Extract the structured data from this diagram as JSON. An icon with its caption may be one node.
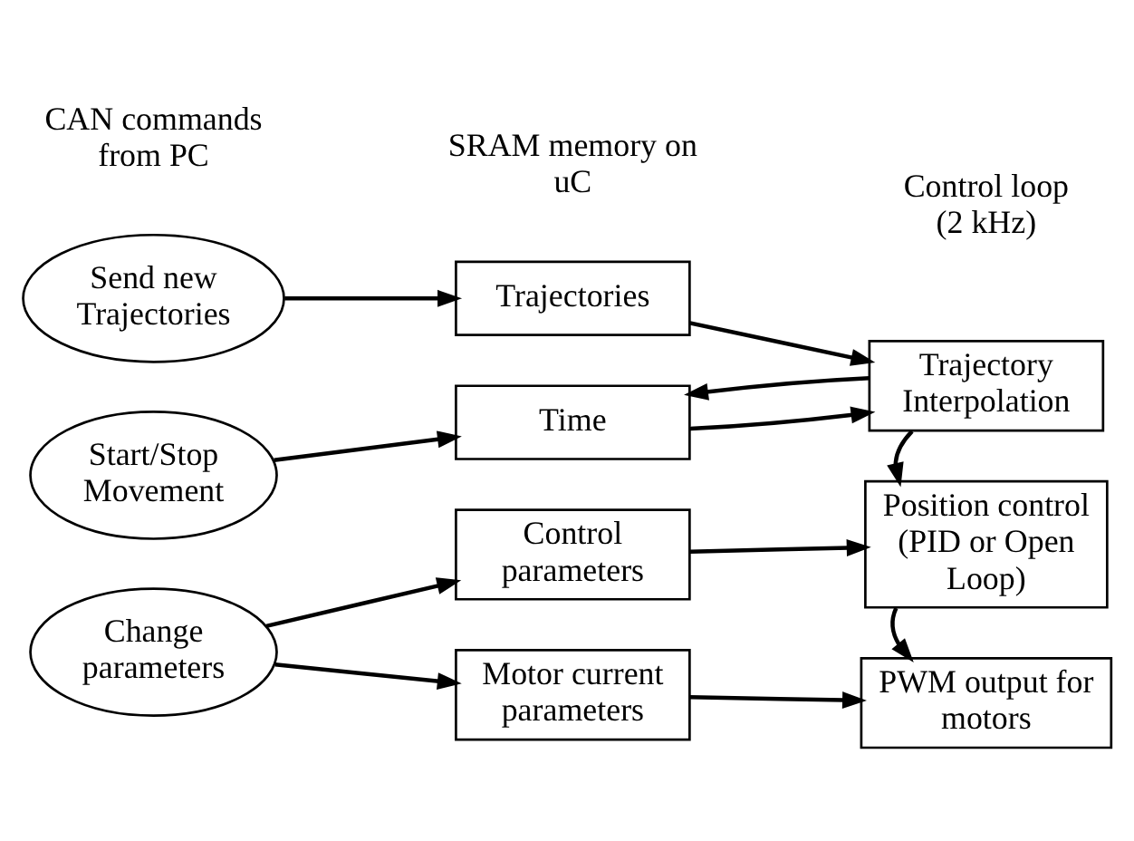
{
  "diagram": {
    "nodes": [
      {
        "text": [
          "Send new Trajectories"
        ]
      },
      {
        "text": [
          "Start/Stop Movement"
        ]
      },
      {
        "text": [
          "Change parameters"
        ]
      },
      {
        "text": [
          "Trajectories"
        ]
      },
      {
        "text": [
          "Time"
        ]
      },
      {
        "text": [
          "Control parameters"
        ]
      },
      {
        "text": [
          "Motor current parameters"
        ]
      },
      {
        "text": [
          "Trajectory Interpolation"
        ]
      },
      {
        "text": [
          "Position control (PID or Open Loop)"
        ]
      },
      {
        "text": [
          "PWM output for motors"
        ]
      }
    ],
    "edges": [
      {
        "from": 0,
        "to": 3,
        "arrow": "to"
      },
      {
        "from": 1,
        "to": 4,
        "arrow": "to"
      },
      {
        "from": 2,
        "to": 5,
        "arrow": "to"
      },
      {
        "from": 2,
        "to": 6,
        "arrow": "to"
      },
      {
        "from": 3,
        "to": 7,
        "arrow": "to"
      },
      {
        "from": 4,
        "to": 7,
        "arrow": "to"
      },
      {
        "from": 7,
        "to": 4,
        "arrow": "to"
      },
      {
        "from": 7,
        "to": 8,
        "arrow": "to"
      },
      {
        "from": 5,
        "to": 8,
        "arrow": "to"
      },
      {
        "from": 8,
        "to": 9,
        "arrow": "to"
      },
      {
        "from": 6,
        "to": 9,
        "arrow": "to"
      }
    ],
    "labels": [
      "CAN commands from PC",
      "SRAM memory on uC",
      "Control loop (2 kHz)"
    ]
  }
}
